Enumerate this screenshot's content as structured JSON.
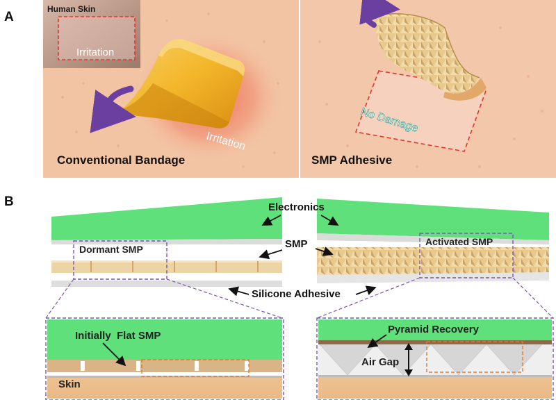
{
  "panel_a": {
    "letter": "A",
    "inset_title": "Human Skin",
    "inset_irritation": "Irritation",
    "bandage_irritation": "Irritation",
    "left_caption": "Conventional Bandage",
    "no_damage": "No Damage",
    "right_caption": "SMP Adhesive"
  },
  "panel_b": {
    "letter": "B",
    "electronics": "Electronics",
    "smp": "SMP",
    "dormant_smp": "Dormant SMP",
    "activated_smp": "Activated SMP",
    "silicone_adhesive": "Silicone Adhesive",
    "initially_flat_smp": "Initially  Flat SMP",
    "skin": "Skin",
    "pyramid_recovery": "Pyramid Recovery",
    "air_gap": "Air Gap"
  },
  "colors": {
    "skin": "#f2c4a4",
    "electronics_green": "#5fe07a",
    "smp_tan": "#e8d2a8",
    "bandage_yellow": "#f3b62a",
    "arrow_purple": "#6a3fa0",
    "irritation_red": "#e2352b",
    "dashed_purple": "#7a55b0",
    "dashed_orange": "#e07a30"
  }
}
